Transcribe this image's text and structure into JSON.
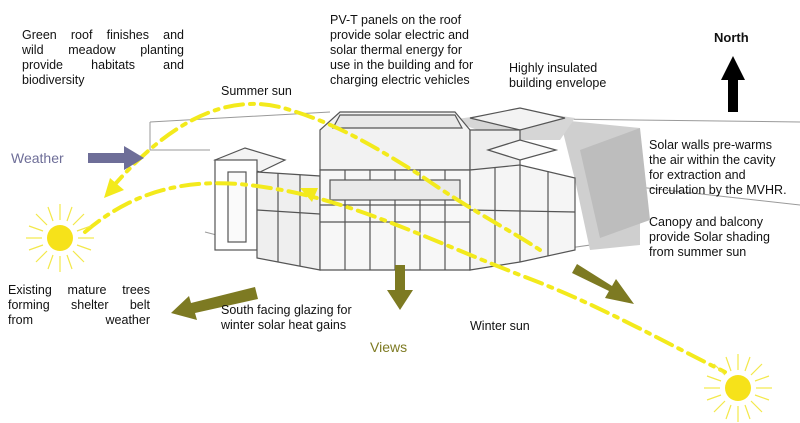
{
  "labels": {
    "green_roof": "Green roof finishes and\nwild meadow planting\nprovide habitats and\nbiodiversity",
    "pvt": "PV-T panels on the roof\nprovide solar electric and\nsolar thermal energy for\nuse in the building and for\ncharging electric vehicles",
    "insulated": "Highly insulated\nbuilding envelope",
    "north": "North",
    "summer_sun": "Summer sun",
    "weather": "Weather",
    "solar_walls": "Solar walls pre-warms\nthe air within the cavity\nfor extraction and\ncirculation by the MVHR.",
    "canopy": "Canopy and balcony\nprovide Solar shading\nfrom summer sun",
    "trees": "Existing mature trees\nforming shelter belt\nfrom weather",
    "glazing": "South facing glazing for\nwinter solar heat gains",
    "winter_sun": "Winter sun",
    "views": "Views"
  },
  "colors": {
    "sun_path": "#f3ea1c",
    "sun_fill": "#f6e21a",
    "olive_arrow": "#7d7a22",
    "weather_arrow": "#6e6e98",
    "north_arrow": "#000000",
    "building_line": "#555555",
    "shadow": "#c8c8c8"
  },
  "icons": [
    "north-arrow-icon",
    "weather-arrow-icon",
    "summer-sun-icon",
    "winter-sun-icon",
    "views-arrow-icon"
  ]
}
